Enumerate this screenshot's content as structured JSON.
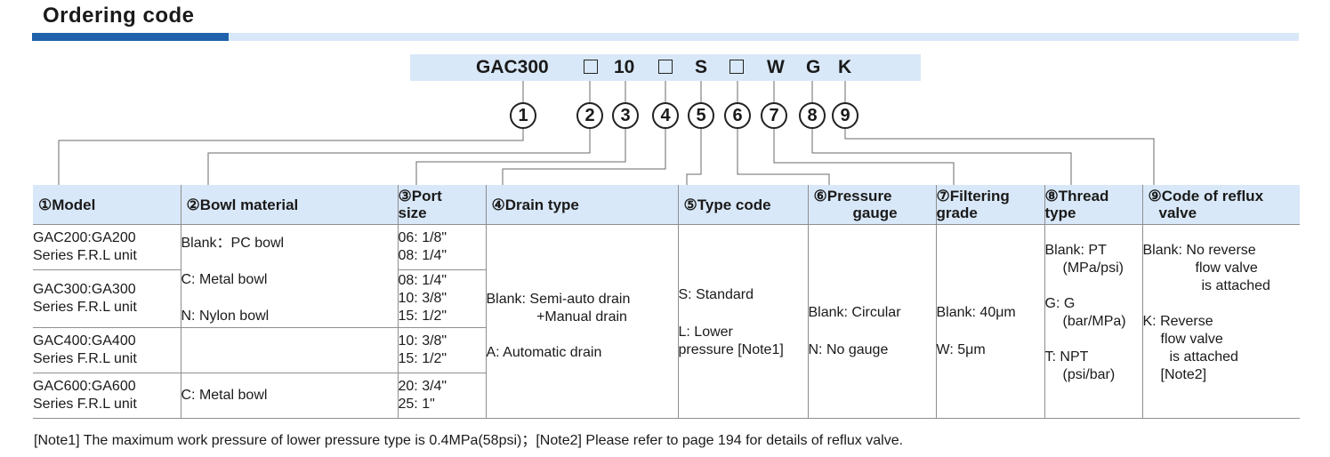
{
  "title": "Ordering code",
  "code": {
    "prefix": "GAC300",
    "size": "10",
    "type": "S",
    "w": "W",
    "g": "G",
    "k": "K"
  },
  "circles": [
    "1",
    "2",
    "3",
    "4",
    "5",
    "6",
    "7",
    "8",
    "9"
  ],
  "headers": {
    "model": "①Model",
    "bowl": "②Bowl material",
    "port_1": "③Port",
    "port_2": "size",
    "drain": "④Drain type",
    "type": "⑤Type code",
    "pressure_1": "⑥Pressure",
    "pressure_2": "gauge",
    "filter_1": "⑦Filtering",
    "filter_2": "grade",
    "thread_1": "⑧Thread",
    "thread_2": "type",
    "reflux_1": "⑨Code of  reflux",
    "reflux_2": "valve"
  },
  "models": [
    {
      "code": "GAC200:GA200",
      "series": "Series F.R.L unit"
    },
    {
      "code": "GAC300:GA300",
      "series": "Series F.R.L unit"
    },
    {
      "code": "GAC400:GA400",
      "series": "Series F.R.L unit"
    },
    {
      "code": "GAC600:GA600",
      "series": "Series F.R.L unit"
    }
  ],
  "bowl": {
    "blank": "Blank：PC bowl",
    "metal": "C: Metal bowl",
    "nylon": "N: Nylon bowl",
    "metal600": "C: Metal bowl"
  },
  "ports": {
    "g200": [
      "06: 1/8\"",
      "08: 1/4\""
    ],
    "g300": [
      "08: 1/4\"",
      "10: 3/8\"",
      "15: 1/2\""
    ],
    "g400": [
      "10: 3/8\"",
      "15: 1/2\""
    ],
    "g600": [
      "20: 3/4\"",
      "25: 1\""
    ]
  },
  "drain": {
    "blank_1": "Blank: Semi-auto drain",
    "blank_2": "+Manual drain",
    "auto": "A: Automatic drain"
  },
  "type_code": {
    "standard": "S: Standard",
    "lower_1": "L: Lower",
    "lower_2": "pressure [Note1]"
  },
  "pressure": {
    "blank": "Blank: Circular",
    "none": "N: No gauge"
  },
  "filter": {
    "blank": "Blank: 40μm",
    "w": "W: 5μm"
  },
  "thread": {
    "pt_1": "Blank: PT",
    "pt_2": "(MPa/psi)",
    "g_1": "G: G",
    "g_2": "(bar/MPa)",
    "npt_1": "T: NPT",
    "npt_2": "(psi/bar)"
  },
  "reflux": {
    "blank_1": "Blank: No reverse",
    "blank_2": "flow valve",
    "blank_3": "is attached",
    "k_1": "K: Reverse",
    "k_2": "flow valve",
    "k_3": "is attached",
    "k_4": "[Note2]"
  },
  "footnote": "[Note1]  The maximum work pressure of lower pressure type is 0.4MPa(58psi)；[Note2] Please refer to page 194 for details of reflux valve."
}
